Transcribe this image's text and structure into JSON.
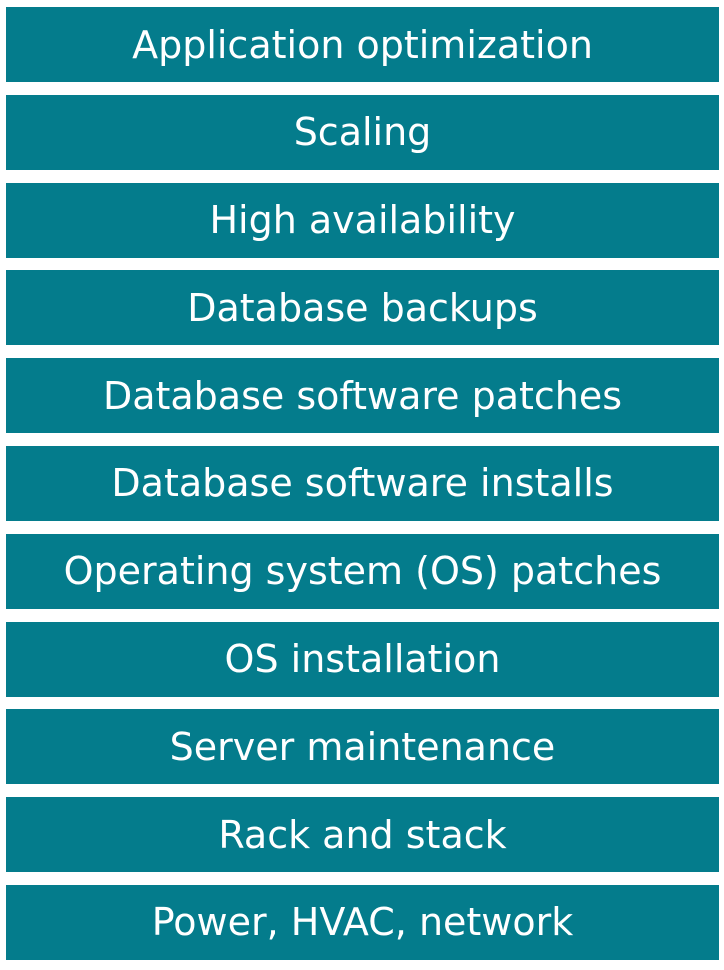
{
  "layers": [
    {
      "label": "Application optimization"
    },
    {
      "label": "Scaling"
    },
    {
      "label": "High availability"
    },
    {
      "label": "Database backups"
    },
    {
      "label": "Database software patches"
    },
    {
      "label": "Database software installs"
    },
    {
      "label": "Operating system (OS) patches"
    },
    {
      "label": "OS installation"
    },
    {
      "label": "Server maintenance"
    },
    {
      "label": "Rack and stack"
    },
    {
      "label": "Power, HVAC, network"
    }
  ],
  "colors": {
    "layer_fill": "#047c8c",
    "layer_text": "#ffffff",
    "background": "#ffffff"
  }
}
